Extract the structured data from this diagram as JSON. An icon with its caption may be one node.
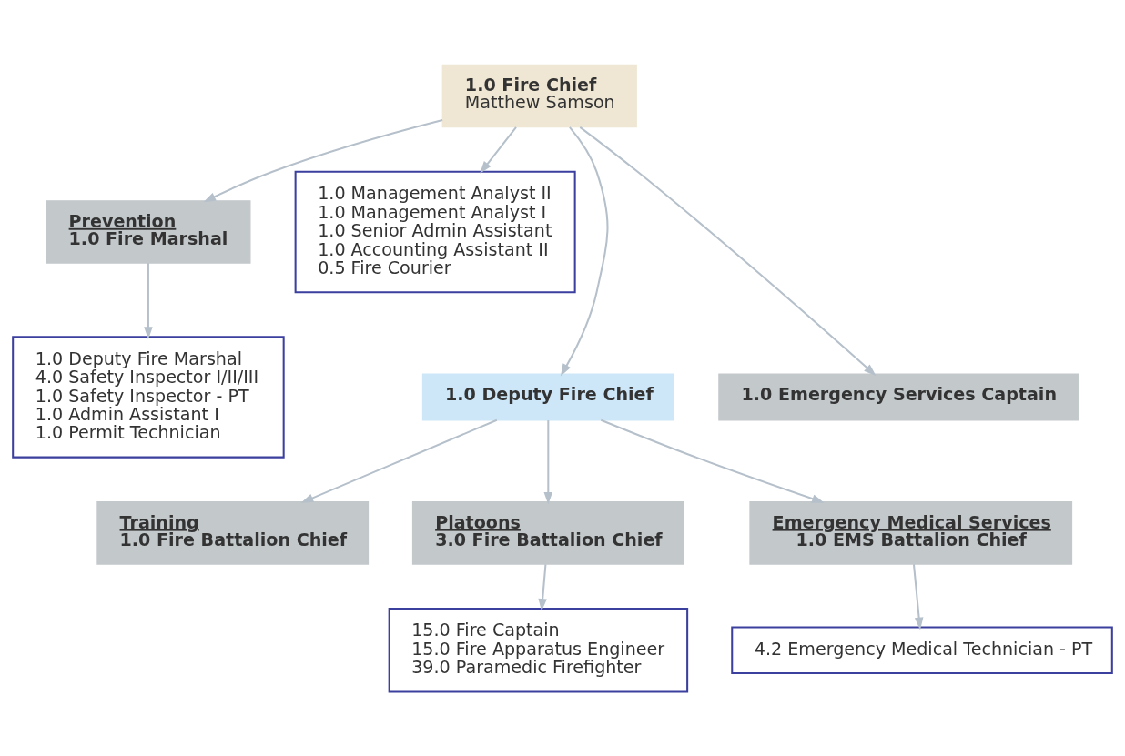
{
  "diagram": {
    "nodes": [
      {
        "text": [
          "1.0 Fire Chief",
          "Matthew Samson"
        ]
      },
      {
        "text": [
          "Prevention",
          "1.0 Fire Marshal"
        ]
      },
      {
        "text": [
          "1.0 Management Analyst II",
          "1.0 Management Analyst I",
          "1.0 Senior Admin Assistant",
          "1.0 Accounting Assistant II",
          "0.5 Fire Courier"
        ]
      },
      {
        "text": [
          "1.0 Deputy Fire Marshal",
          "4.0 Safety Inspector I/II/III",
          "1.0 Safety Inspector - PT",
          "1.0 Admin Assistant I",
          "1.0 Permit Technician"
        ]
      },
      {
        "text": [
          "1.0 Deputy Fire Chief"
        ]
      },
      {
        "text": [
          "1.0 Emergency Services Captain"
        ]
      },
      {
        "text": [
          "Training",
          "1.0 Fire Battalion Chief"
        ]
      },
      {
        "text": [
          "Platoons",
          "3.0 Fire Battalion Chief"
        ]
      },
      {
        "text": [
          "Emergency Medical Services",
          "1.0 EMS Battalion Chief"
        ]
      },
      {
        "text": [
          "15.0 Fire Captain",
          "15.0 Fire Apparatus Engineer",
          "39.0 Paramedic Firefighter"
        ]
      },
      {
        "text": [
          "4.2 Emergency Medical Technician - PT"
        ]
      }
    ],
    "edges": [
      {
        "from": 0,
        "to": 1,
        "arrow": "to"
      },
      {
        "from": 0,
        "to": 2,
        "arrow": "to"
      },
      {
        "from": 0,
        "to": 4,
        "arrow": "to"
      },
      {
        "from": 0,
        "to": 5,
        "arrow": "to"
      },
      {
        "from": 1,
        "to": 3,
        "arrow": "to"
      },
      {
        "from": 4,
        "to": 6,
        "arrow": "to"
      },
      {
        "from": 4,
        "to": 7,
        "arrow": "to"
      },
      {
        "from": 4,
        "to": 8,
        "arrow": "to"
      },
      {
        "from": 7,
        "to": 9,
        "arrow": "to"
      },
      {
        "from": 8,
        "to": 10,
        "arrow": "to"
      }
    ]
  }
}
